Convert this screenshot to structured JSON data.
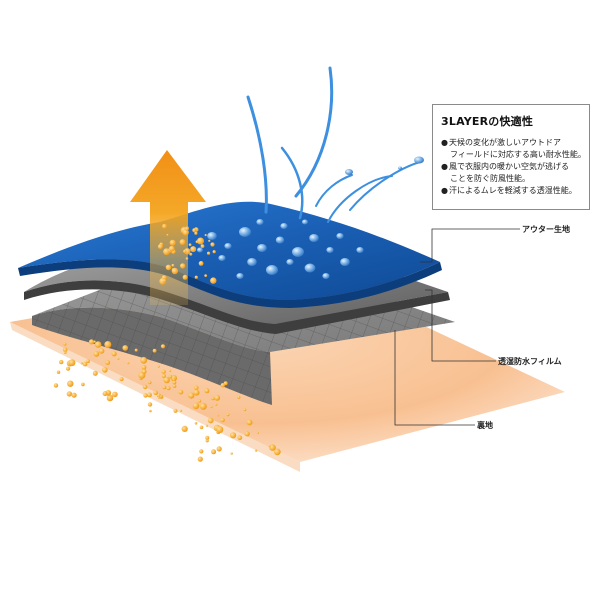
{
  "info_box": {
    "title": "3LAYERの快適性",
    "items": [
      {
        "lines": [
          "天候の変化が激しいアウトドア",
          "フィールドに対応する高い耐水性能。"
        ]
      },
      {
        "lines": [
          "風で衣服内の暖かい空気が逃げる",
          "ことを防ぐ防風性能。"
        ]
      },
      {
        "lines": [
          "汗によるムレを軽減する透湿性能。"
        ]
      }
    ]
  },
  "layer_labels": {
    "outer": "アウター生地",
    "membrane": "透湿防水フィルム",
    "lining": "裏地"
  },
  "colors": {
    "outer_fabric": "#1a5fb4",
    "membrane": "#7d7d7d",
    "lining_mesh": "#8f8f8f",
    "base_glow": "#f7b07a",
    "arrow": "#f4a31c",
    "water_stream": "#3d8fe0"
  },
  "icons": [
    "water-droplet",
    "vapor-arrow-icon",
    "sweat-droplet"
  ]
}
